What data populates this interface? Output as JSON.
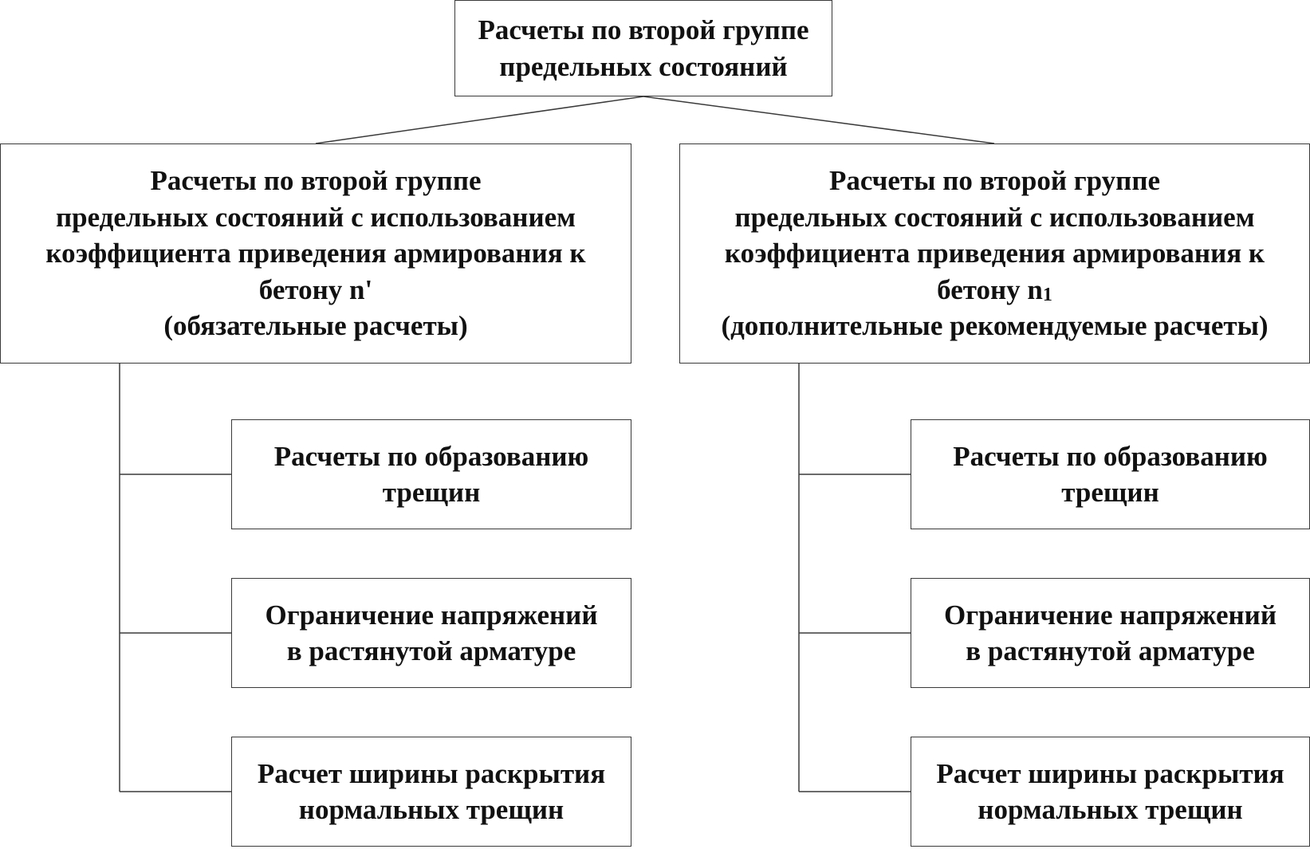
{
  "root": {
    "title": "Расчеты по второй группе\nпредельных состояний"
  },
  "left_branch": {
    "title": "Расчеты по второй группе\nпредельных состояний с использованием\nкоэффициента приведения армирования к\nбетону n'\n(обязательные расчеты)",
    "children": [
      "Расчеты по образованию\nтрещин",
      "Ограничение напряжений\nв растянутой арматуре",
      "Расчет ширины раскрытия\nнормальных трещин"
    ]
  },
  "right_branch": {
    "title_main": "Расчеты по второй группе\nпредельных состояний с использованием\nкоэффициента приведения армирования к\nбетону n",
    "title_subscript": "1",
    "title_note": "(дополнительные рекомендуемые расчеты)",
    "children": [
      "Расчеты по образованию\nтрещин",
      "Ограничение напряжений\nв растянутой арматуре",
      "Расчет ширины раскрытия\nнормальных трещин"
    ]
  }
}
